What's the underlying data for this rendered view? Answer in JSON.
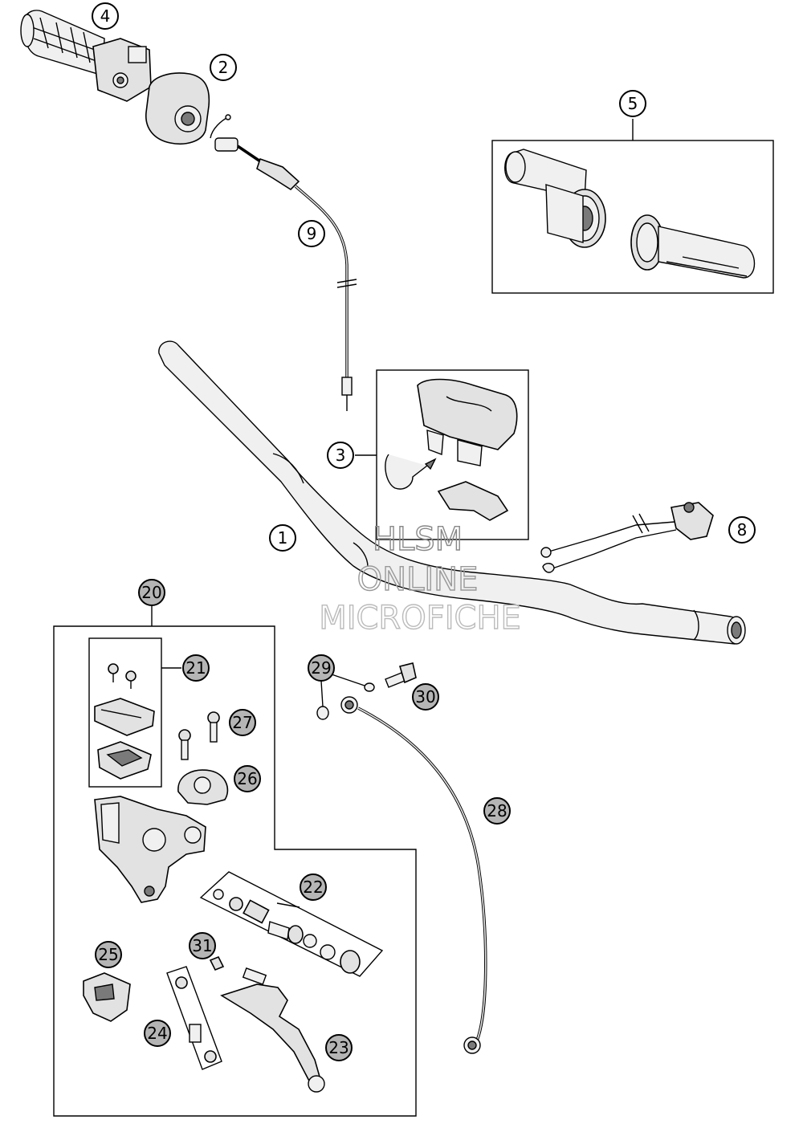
{
  "watermark": [
    "HLSM",
    "ONLINE",
    "MICROFICHE"
  ],
  "callouts": [
    {
      "id": "1",
      "label": "1",
      "highlight": false
    },
    {
      "id": "2",
      "label": "2",
      "highlight": false
    },
    {
      "id": "3",
      "label": "3",
      "highlight": false
    },
    {
      "id": "4",
      "label": "4",
      "highlight": false
    },
    {
      "id": "5",
      "label": "5",
      "highlight": false
    },
    {
      "id": "8",
      "label": "8",
      "highlight": false
    },
    {
      "id": "9",
      "label": "9",
      "highlight": false
    },
    {
      "id": "20",
      "label": "20",
      "highlight": true
    },
    {
      "id": "21",
      "label": "21",
      "highlight": true
    },
    {
      "id": "22",
      "label": "22",
      "highlight": true
    },
    {
      "id": "23",
      "label": "23",
      "highlight": true
    },
    {
      "id": "24",
      "label": "24",
      "highlight": true
    },
    {
      "id": "25",
      "label": "25",
      "highlight": true
    },
    {
      "id": "26",
      "label": "26",
      "highlight": true
    },
    {
      "id": "27",
      "label": "27",
      "highlight": true
    },
    {
      "id": "28",
      "label": "28",
      "highlight": true
    },
    {
      "id": "29",
      "label": "29",
      "highlight": true
    },
    {
      "id": "30",
      "label": "30",
      "highlight": true
    },
    {
      "id": "31",
      "label": "31",
      "highlight": true
    }
  ]
}
